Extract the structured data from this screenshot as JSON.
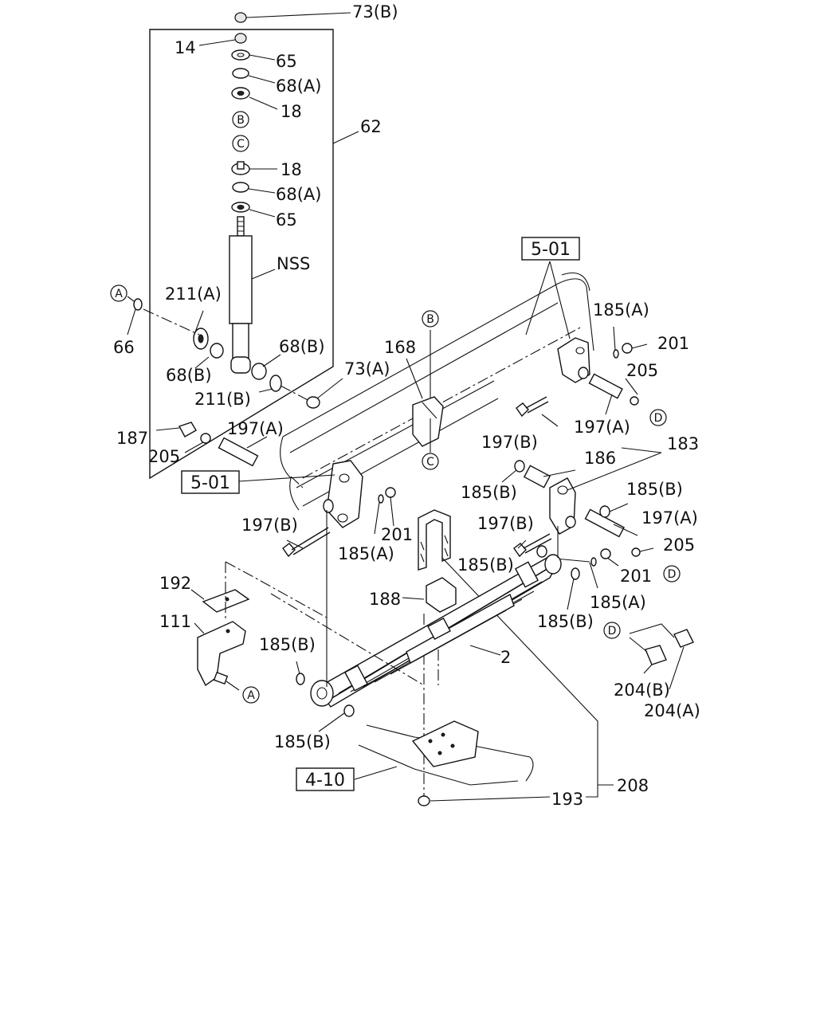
{
  "labels": {
    "l73b": "73(B)",
    "l14": "14",
    "l65a": "65",
    "l68a1": "68(A)",
    "l18a": "18",
    "l62": "62",
    "l18b": "18",
    "l68a2": "68(A)",
    "l65b": "65",
    "lnss": "NSS",
    "l211a": "211(A)",
    "l66": "66",
    "l68b1": "68(B)",
    "l68b2": "68(B)",
    "l73a": "73(A)",
    "l211b": "211(B)",
    "l168": "168",
    "l185a1": "185(A)",
    "l201a": "201",
    "l205a": "205",
    "l197a1": "197(A)",
    "l197b1": "197(B)",
    "l187": "187",
    "l205b": "205",
    "l197a2": "197(A)",
    "l183": "183",
    "l186": "186",
    "l185b1": "185(B)",
    "l185b2": "185(B)",
    "l197b2": "197(B)",
    "l197a3": "197(A)",
    "l205c": "205",
    "l197b3": "197(B)",
    "l185a2": "185(A)",
    "l201b": "201",
    "l185b3": "185(B)",
    "l201c": "201",
    "l185a3": "185(A)",
    "l192": "192",
    "l188": "188",
    "l185b4": "185(B)",
    "l111": "111",
    "l185b5": "185(B)",
    "l2": "2",
    "l204b": "204(B)",
    "l204a": "204(A)",
    "l185b6": "185(B)",
    "l208": "208",
    "l193": "193"
  },
  "references": {
    "r501a": "5-01",
    "r501b": "5-01",
    "r410": "4-10"
  },
  "callouts": {
    "ca1": "A",
    "ca2": "A",
    "cb1": "B",
    "cb2": "B",
    "cc1": "C",
    "cc2": "C",
    "cd1": "D",
    "cd2": "D",
    "cd3": "D"
  }
}
